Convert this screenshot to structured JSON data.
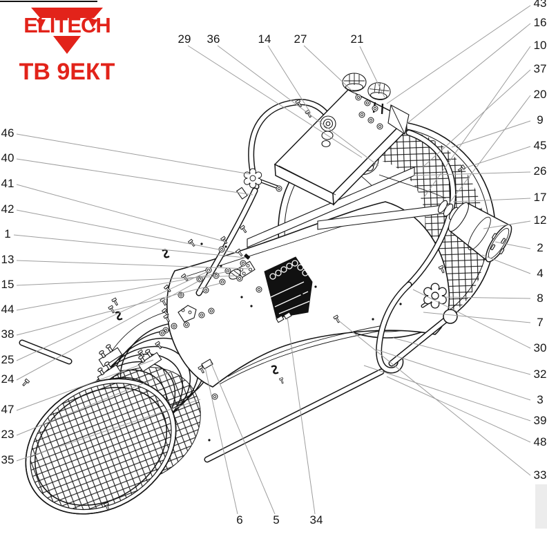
{
  "logo": {
    "brand": "ELITECH",
    "model": "ТВ 9ЕКТ",
    "color": "#e2231a"
  },
  "colors": {
    "line": "#161616",
    "leader": "#9d9d9d",
    "background": "#ffffff",
    "edge_artifact": "#ececec"
  },
  "callouts": {
    "top": [
      "29",
      "36",
      "14",
      "27",
      "21"
    ],
    "right": [
      "43",
      "16",
      "10",
      "37",
      "20",
      "9",
      "45",
      "26",
      "17",
      "12",
      "2",
      "4",
      "8",
      "7",
      "30",
      "32",
      "3",
      "39",
      "48",
      "33"
    ],
    "left": [
      "46",
      "40",
      "41",
      "42",
      "1",
      "13",
      "15",
      "44",
      "38",
      "25",
      "24",
      "47",
      "23",
      "35"
    ],
    "bottom": [
      "6",
      "5",
      "34"
    ]
  }
}
